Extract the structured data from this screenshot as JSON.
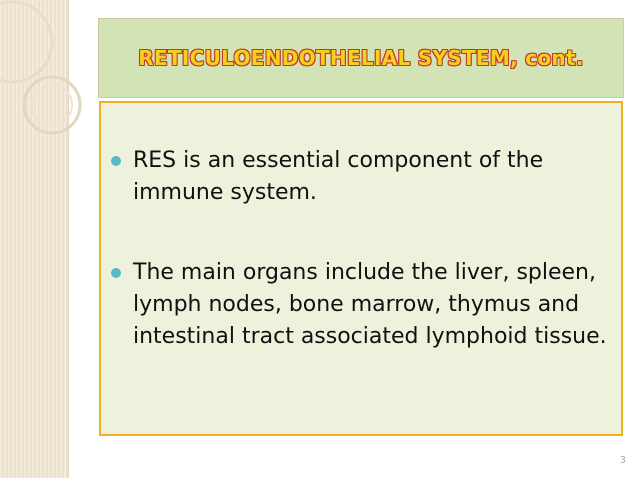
{
  "slide": {
    "title": "RETICULOENDOTHELIAL SYSTEM, cont.",
    "bullets": [
      "RES is an essential component of the immune system.",
      "The main organs include the liver, spleen, lymph nodes, bone marrow, thymus and intestinal tract associated lymphoid tissue."
    ],
    "slide_number": "3"
  },
  "theme": {
    "title_fill": "#f6cf1f",
    "title_outline": "#c0392b",
    "title_bg": "#d2e3b6",
    "content_bg": "#edf2dc",
    "content_border": "#f3b01c",
    "bullet_color": "#5ab7c7"
  }
}
